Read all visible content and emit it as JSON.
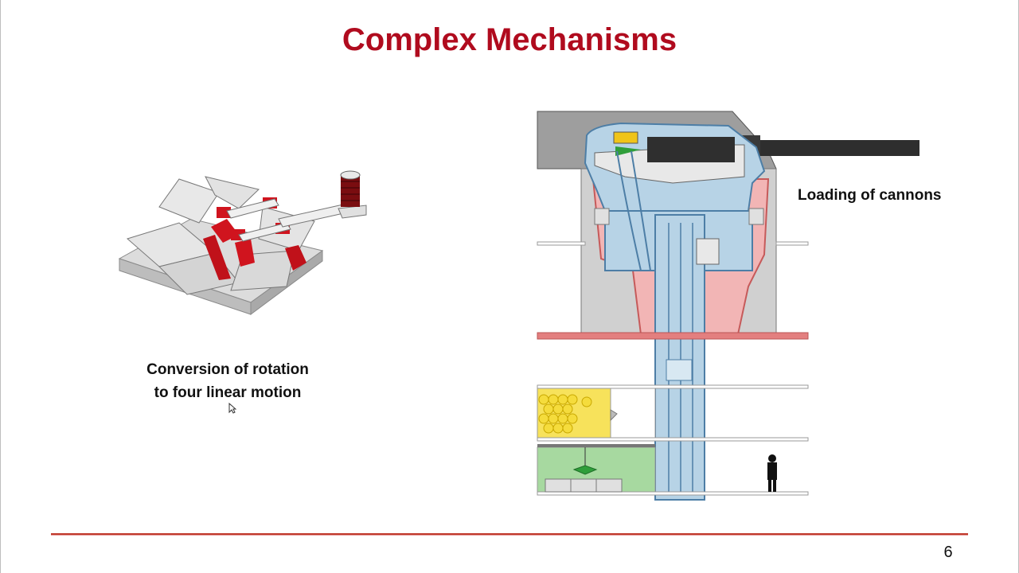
{
  "slide": {
    "title": "Complex Mechanisms",
    "left_caption_line1": "Conversion of rotation",
    "left_caption_line2": "to four linear motion",
    "right_caption": "Loading of cannons",
    "page_number": "6"
  },
  "colors": {
    "title": "#b00b1e",
    "accent_red": "#d0141e",
    "footer_line": "#c0392b",
    "turret_blue": "#b7d3e6",
    "mount_pink": "#f2b5b5",
    "ammo_yellow": "#f7e25b",
    "floor_green": "#a7d9a0"
  },
  "icons": {
    "cursor": "mouse-pointer-icon",
    "sailor": "person-icon"
  }
}
